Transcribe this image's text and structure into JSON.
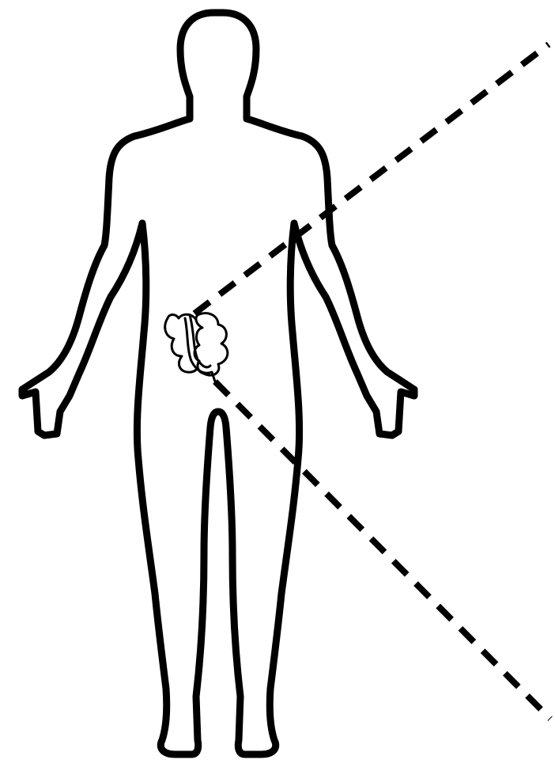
{
  "diagram": {
    "subject": "human-body-front-view",
    "highlighted_organ": "small-intestine",
    "callout_style": "dashed",
    "colors": {
      "outline": "#000000",
      "background": "#ffffff"
    }
  }
}
